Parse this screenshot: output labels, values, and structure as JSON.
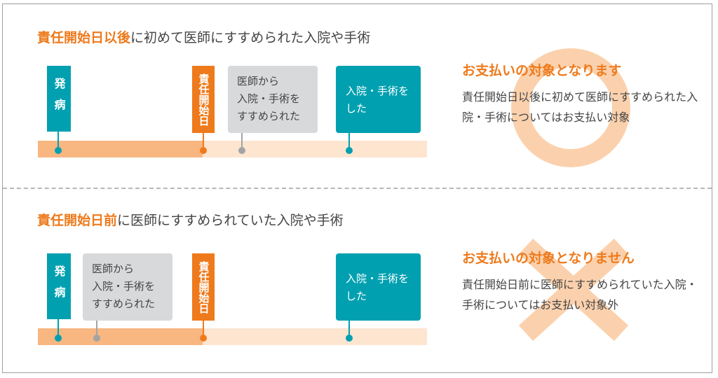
{
  "colors": {
    "orange": "#ee7a1c",
    "teal": "#00a0b0",
    "gray_box": "#d8d9db",
    "gray_dot": "#a3a3a3",
    "bar_dark": "#f8b681",
    "bar_light": "#fde5d0",
    "mark": "#fbd1ad"
  },
  "case_covered": {
    "title_highlight": "責任開始日以後",
    "title_rest": "に初めて医師にすすめられた入院や手術",
    "onset_label": "発病",
    "start_label": "責任開始日",
    "advised_label": "医師から 入院・手術を すすめられた",
    "treated_label": "入院・手術を した",
    "result_mark": "circle-icon",
    "result_title": "お支払いの対象となります",
    "result_body": "責任開始日以後に初めて医師にすすめられた入院・手術についてはお支払い対象"
  },
  "case_not_covered": {
    "title_highlight": "責任開始日前",
    "title_rest": "に医師にすすめられていた入院や手術",
    "onset_label": "発病",
    "start_label": "責任開始日",
    "advised_label": "医師から 入院・手術を すすめられた",
    "treated_label": "入院・手術を した",
    "result_mark": "cross-icon",
    "result_title": "お支払いの対象となりません",
    "result_body": "責任開始日前に医師にすすめられていた入院・手術についてはお支払い対象外"
  }
}
